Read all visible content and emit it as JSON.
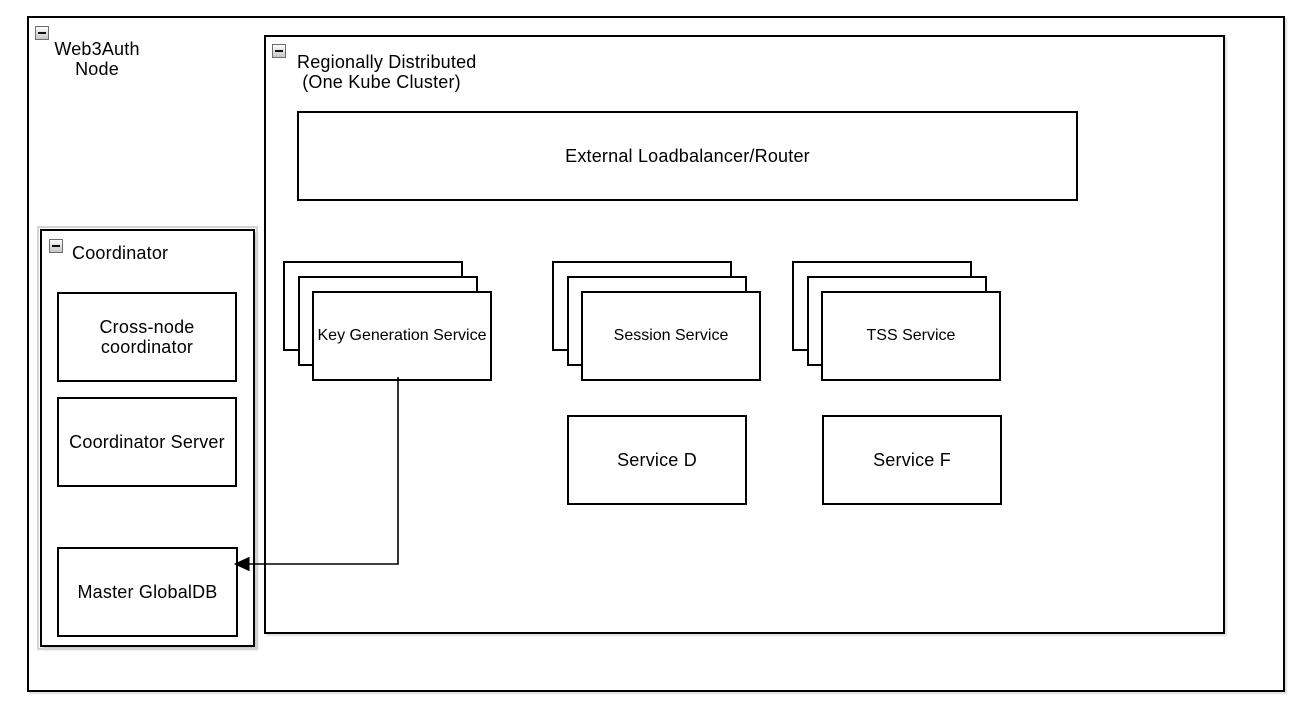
{
  "icons": {
    "collapse": "minus-square"
  },
  "colors": {
    "stroke": "#000000",
    "fill": "#ffffff",
    "background": "#ffffff",
    "collapse_icon_bg": "#c6c6c6",
    "shadow": "rgba(0,0,0,0.20)"
  },
  "outer": {
    "title": "Web3Auth\nNode"
  },
  "cluster": {
    "title": "Regionally Distributed\n (One Kube Cluster)"
  },
  "loadbalancer": {
    "label": "External Loadbalancer/Router"
  },
  "stacks": [
    {
      "label": "Key Generation\nService",
      "copies": 3
    },
    {
      "label": "Session Service",
      "copies": 3
    },
    {
      "label": "TSS Service",
      "copies": 3
    }
  ],
  "services": [
    {
      "label": "Service D"
    },
    {
      "label": "Service F"
    }
  ],
  "coordinator": {
    "title": "Coordinator",
    "boxes": [
      {
        "label": "Cross-node\ncoordinator"
      },
      {
        "label": "Coordinator Server"
      },
      {
        "label": "Master GlobalDB"
      }
    ]
  },
  "arrow": {
    "from": "Key Generation Service",
    "to": "Master GlobalDB"
  }
}
